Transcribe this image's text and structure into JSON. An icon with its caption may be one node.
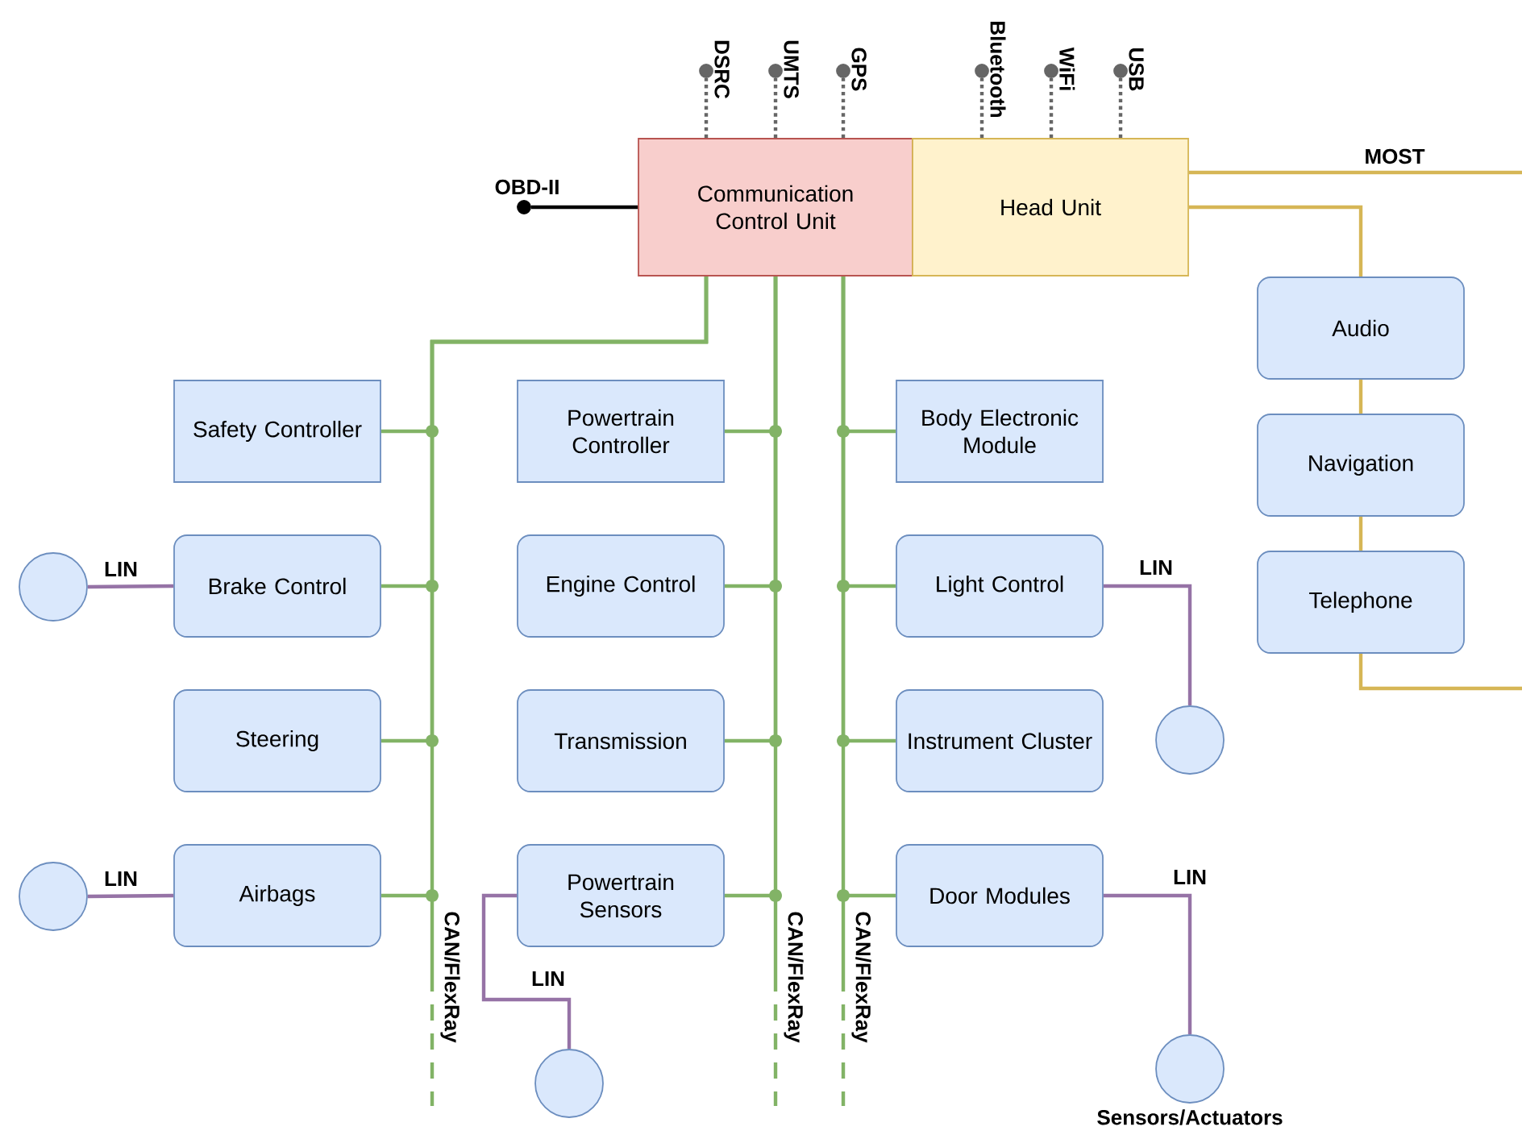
{
  "diagram": {
    "nodes": [
      {
        "text": [
          "Communication Control Unit"
        ]
      },
      {
        "text": [
          "Head Unit"
        ]
      },
      {
        "text": [
          "Audio"
        ]
      },
      {
        "text": [
          "Safety Controller"
        ]
      },
      {
        "text": [
          "Powertrain Controller"
        ]
      },
      {
        "text": [
          "Body Electronic Module"
        ]
      },
      {
        "text": [
          "Navigation"
        ]
      },
      {
        "text": [],
        "shape": "circle"
      },
      {
        "text": [
          "Brake Control"
        ]
      },
      {
        "text": [
          "Engine Control"
        ]
      },
      {
        "text": [
          "Light Control"
        ]
      },
      {
        "text": [
          "Telephone"
        ]
      },
      {
        "text": [
          "Steering"
        ]
      },
      {
        "text": [
          "Transmission"
        ]
      },
      {
        "text": [
          "Instrument Cluster"
        ]
      },
      {
        "text": [],
        "shape": "circle"
      },
      {
        "text": [],
        "shape": "circle"
      },
      {
        "text": [
          "Airbags"
        ]
      },
      {
        "text": [
          "Powertrain Sensors"
        ]
      },
      {
        "text": [
          "Door Modules"
        ]
      },
      {
        "text": [],
        "shape": "circle"
      },
      {
        "text": [],
        "shape": "circle",
        "beside": [
          "Sensors/Actuators"
        ]
      },
      {
        "text": [],
        "shape": "circle",
        "beside": [
          "DSRC"
        ]
      },
      {
        "text": [],
        "shape": "circle",
        "beside": [
          "UMTS"
        ]
      },
      {
        "text": [],
        "shape": "circle",
        "beside": [
          "GPS"
        ]
      },
      {
        "text": [],
        "shape": "circle",
        "beside": [
          "Bluetooth"
        ]
      },
      {
        "text": [],
        "shape": "circle",
        "beside": [
          "WiFi"
        ]
      },
      {
        "text": [],
        "shape": "circle",
        "beside": [
          "USB"
        ]
      },
      {
        "text": [],
        "shape": "circle",
        "beside": [
          "OBD-II"
        ]
      }
    ],
    "edges": [
      {
        "from": 3,
        "to": 0,
        "arrow": "none"
      },
      {
        "from": 8,
        "to": 0,
        "arrow": "none"
      },
      {
        "from": 12,
        "to": 0,
        "arrow": "none"
      },
      {
        "from": 17,
        "to": 0,
        "arrow": "none"
      },
      {
        "from": 4,
        "to": 0,
        "arrow": "none"
      },
      {
        "from": 9,
        "to": 0,
        "arrow": "none"
      },
      {
        "from": 13,
        "to": 0,
        "arrow": "none"
      },
      {
        "from": 18,
        "to": 0,
        "arrow": "none"
      },
      {
        "from": 5,
        "to": 0,
        "arrow": "none"
      },
      {
        "from": 10,
        "to": 0,
        "arrow": "none"
      },
      {
        "from": 14,
        "to": 0,
        "arrow": "none"
      },
      {
        "from": 19,
        "to": 0,
        "arrow": "none"
      },
      {
        "from": 7,
        "to": 8,
        "arrow": "none",
        "label": "LIN",
        "color": "#9673a6"
      },
      {
        "from": 16,
        "to": 17,
        "arrow": "none",
        "label": "LIN",
        "color": "#9673a6"
      },
      {
        "from": 18,
        "to": 20,
        "arrow": "none",
        "label": "LIN",
        "color": "#9673a6"
      },
      {
        "from": 10,
        "to": 15,
        "arrow": "none",
        "label": "LIN",
        "color": "#9673a6"
      },
      {
        "from": 19,
        "to": 21,
        "arrow": "none",
        "label": "LIN",
        "color": "#9673a6"
      },
      {
        "from": 1,
        "to": null,
        "arrow": "none",
        "label": "MOST",
        "color": "#d6b656"
      },
      {
        "from": 1,
        "to": 2,
        "arrow": "none",
        "color": "#d6b656"
      },
      {
        "from": 2,
        "to": 6,
        "arrow": "none",
        "color": "#d6b656"
      },
      {
        "from": 6,
        "to": 11,
        "arrow": "none",
        "color": "#d6b656"
      },
      {
        "from": 11,
        "to": null,
        "arrow": "none",
        "color": "#d6b656"
      },
      {
        "from": 0,
        "to": 22,
        "arrow": "none",
        "style": "dashed",
        "color": "#666666"
      },
      {
        "from": 0,
        "to": 23,
        "arrow": "none",
        "style": "dashed",
        "color": "#666666"
      },
      {
        "from": 0,
        "to": 24,
        "arrow": "none",
        "style": "dashed",
        "color": "#666666"
      },
      {
        "from": 1,
        "to": 25,
        "arrow": "none",
        "style": "dashed",
        "color": "#666666"
      },
      {
        "from": 1,
        "to": 26,
        "arrow": "none",
        "style": "dashed",
        "color": "#666666"
      },
      {
        "from": 1,
        "to": 27,
        "arrow": "none",
        "style": "dashed",
        "color": "#666666"
      },
      {
        "from": 28,
        "to": 0,
        "arrow": "none",
        "color": "#000000"
      }
    ],
    "labels": [
      "CAN/FlexRay",
      "CAN/FlexRay",
      "CAN/FlexRay"
    ]
  }
}
